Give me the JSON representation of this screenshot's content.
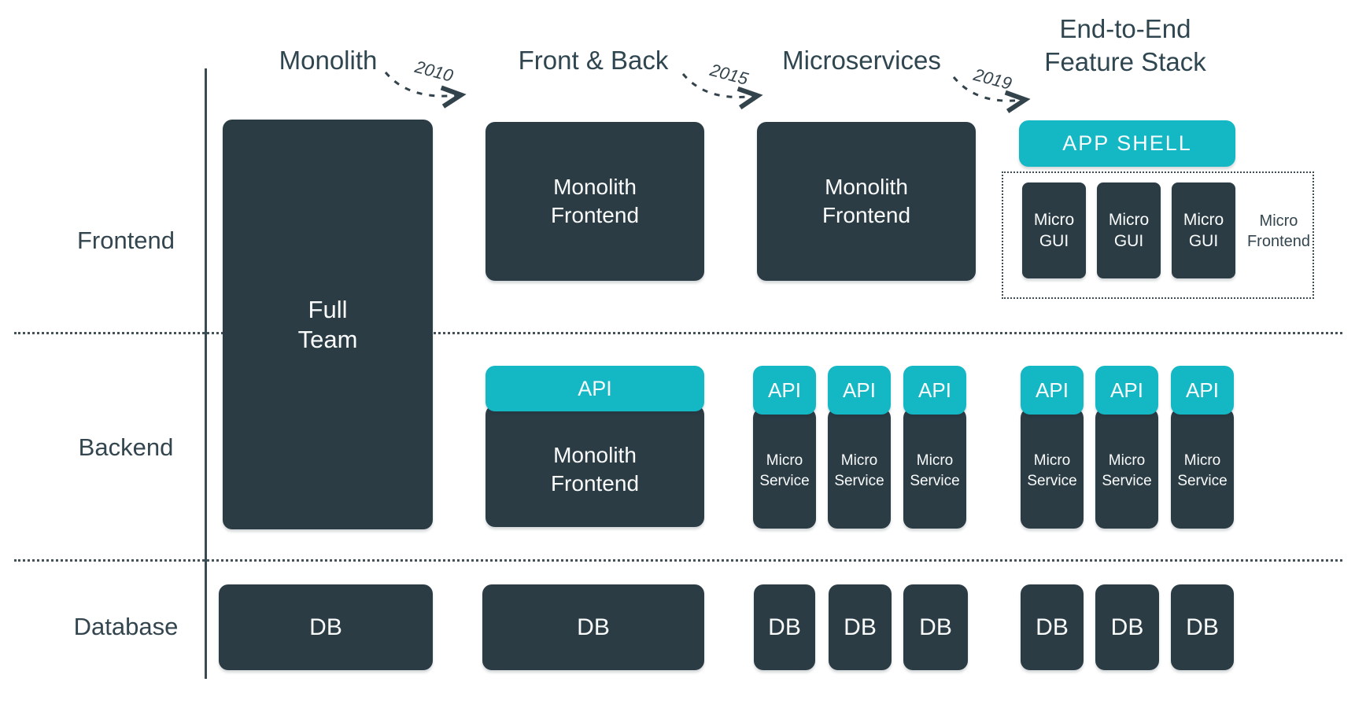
{
  "diagram": {
    "row_labels": [
      "Frontend",
      "Backend",
      "Database"
    ],
    "columns": [
      {
        "title": "Monolith",
        "year_to_next": "2010",
        "frontend": [
          "Full\nTeam (spans Frontend + Backend)"
        ],
        "backend": [],
        "database": [
          "DB"
        ]
      },
      {
        "title": "Front & Back",
        "year_to_next": "2015",
        "frontend": [
          "Monolith\nFrontend"
        ],
        "backend": [
          "API + Monolith\nFrontend"
        ],
        "database": [
          "DB"
        ]
      },
      {
        "title": "Microservices",
        "year_to_next": "2019",
        "frontend": [
          "Monolith\nFrontend"
        ],
        "backend": [
          "API + Micro Service",
          "API + Micro Service",
          "API + Micro Service"
        ],
        "database": [
          "DB",
          "DB",
          "DB"
        ]
      },
      {
        "title": "End-to-End\nFeature Stack",
        "frontend": [
          "APP SHELL",
          "Micro GUI",
          "Micro GUI",
          "Micro GUI",
          "Micro Frontend"
        ],
        "backend": [
          "API + Micro Service",
          "API + Micro Service",
          "API + Micro Service"
        ],
        "database": [
          "DB",
          "DB",
          "DB"
        ]
      }
    ],
    "labels": {
      "full_team": "Full\nTeam",
      "monolith_frontend": "Monolith\nFrontend",
      "api": "API",
      "micro_service": "Micro\nService",
      "db": "DB",
      "app_shell": "APP SHELL",
      "micro_gui": "Micro\nGUI",
      "micro_frontend": "Micro\nFrontend"
    },
    "colors": {
      "box_dark": "#2b3c45",
      "accent_cyan": "#14b7c4",
      "text_dark": "#2f4650",
      "text_light": "#fafcfc",
      "line": "#44535b"
    }
  }
}
